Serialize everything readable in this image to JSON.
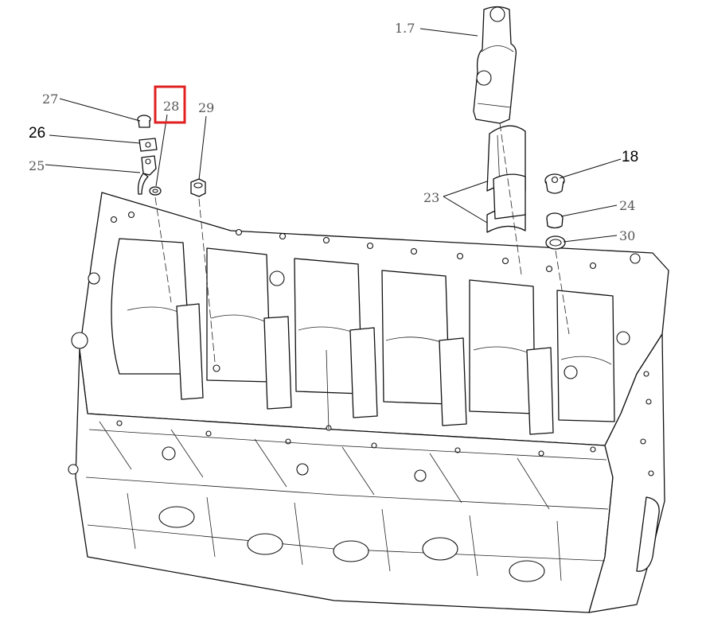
{
  "labels": {
    "l17": "1.7",
    "l27": "27",
    "l28": "28",
    "l29": "29",
    "l26": "26",
    "l25": "25",
    "l18": "18",
    "l23": "23",
    "l24": "24",
    "l30": "30"
  },
  "highlight": {
    "part": "28",
    "color": "#e02020"
  }
}
